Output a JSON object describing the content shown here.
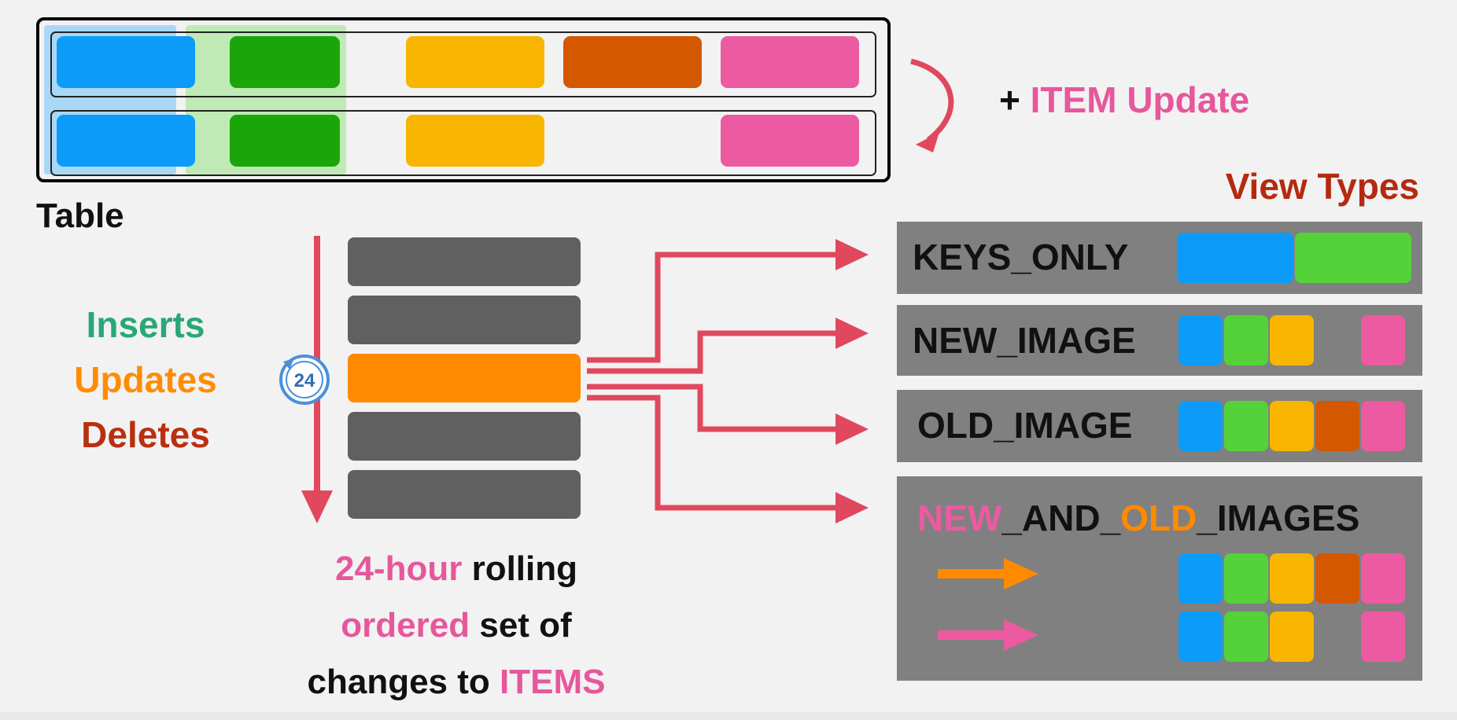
{
  "colors": {
    "blue": "#0d9bf9",
    "green": "#1aa60a",
    "light_green": "#55d23a",
    "yellow": "#f7b500",
    "dark_orange": "#d45800",
    "pink": "#ec5aa1",
    "stream_orange": "#ff8a00",
    "stream_gray": "#606060",
    "arrow_red": "#e0485e",
    "title_red": "#b42a10",
    "inserts_green": "#2aa778",
    "updates_orange": "#ff8c00",
    "deletes_red": "#b93010"
  },
  "table": {
    "label": "Table",
    "rows": [
      [
        "blue",
        "green",
        "yellow",
        "dark_orange",
        "pink"
      ],
      [
        "blue",
        "green",
        "yellow",
        null,
        "pink"
      ]
    ]
  },
  "item_update": {
    "prefix": "+ ",
    "label": "ITEM Update"
  },
  "operations": {
    "inserts": "Inserts",
    "updates": "Updates",
    "deletes": "Deletes"
  },
  "clock_badge": "24",
  "stream": {
    "caption_1a": "24-hour",
    "caption_1b": " rolling",
    "caption_2a": "ordered",
    "caption_2b": " set of",
    "caption_3a": "changes to ",
    "caption_3b": "ITEMS"
  },
  "view_types": {
    "title": "View Types",
    "keys_only": "KEYS_ONLY",
    "new_image": "NEW_IMAGE",
    "old_image": "OLD_IMAGE",
    "new_and_old": {
      "part1": "NEW",
      "part2": "_AND_",
      "part3": "OLD",
      "part4": "_IMAGES"
    }
  }
}
